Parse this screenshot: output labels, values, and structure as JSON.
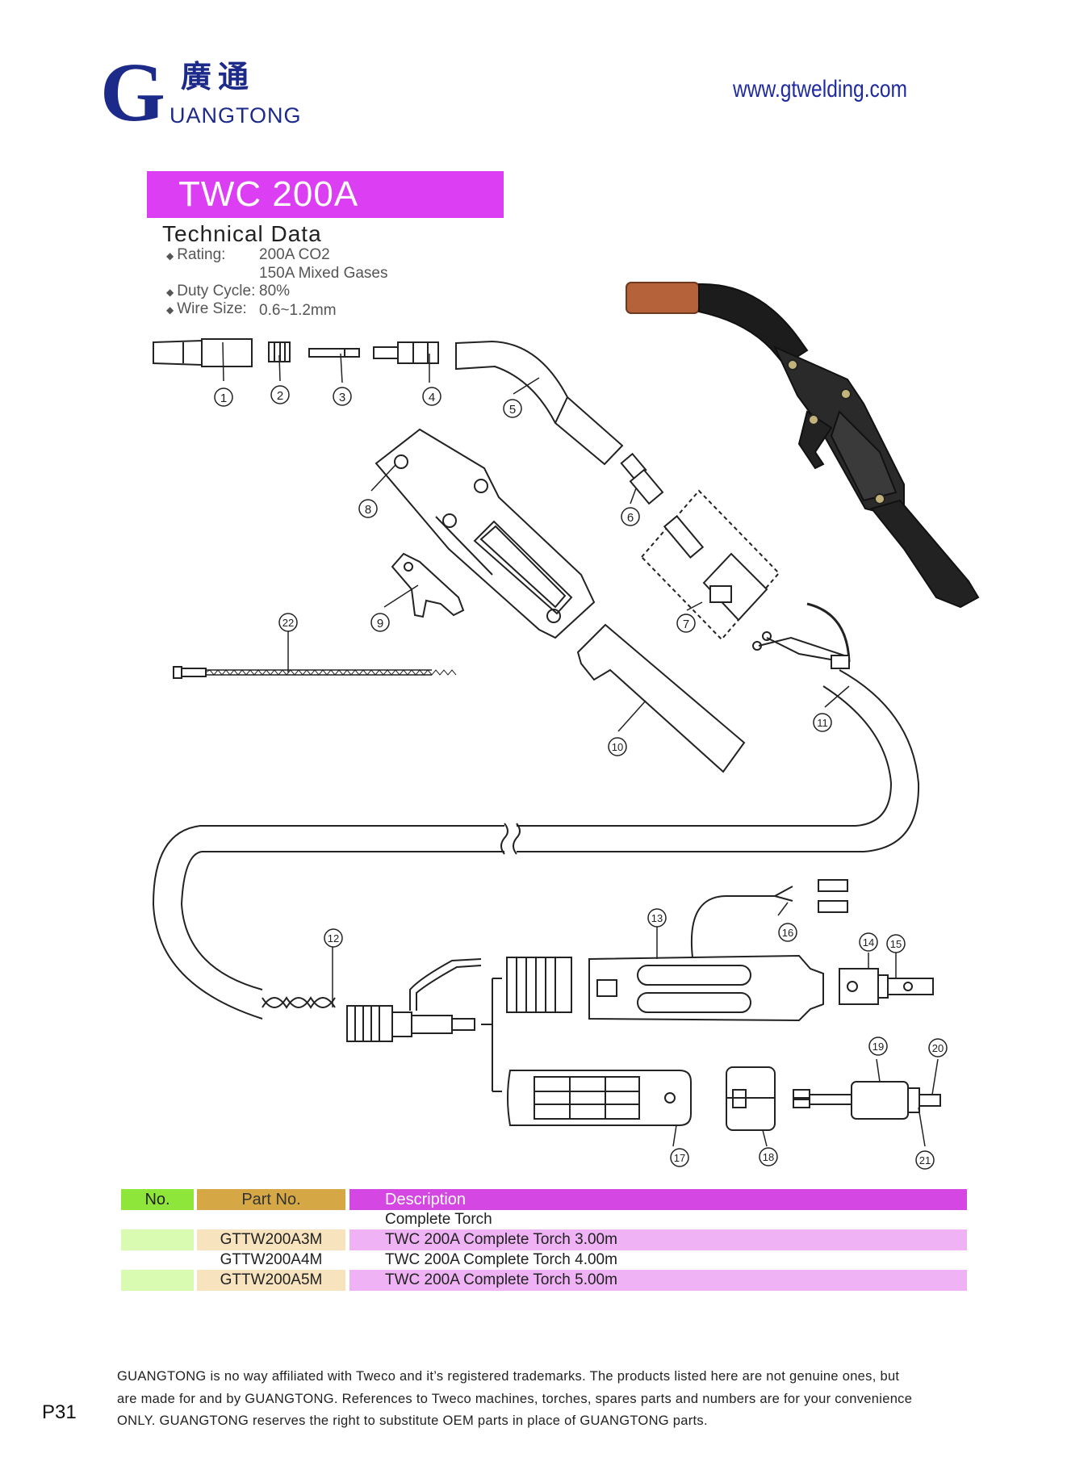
{
  "brand": {
    "logo_letter": "G",
    "chinese_name": "廣通",
    "english_name": "UANGTONG",
    "website": "www.gtwelding.com",
    "brand_color": "#1c2a8a"
  },
  "model": {
    "title": "TWC 200A",
    "band_color": "#dc3ef4"
  },
  "technical_data": {
    "heading": "Technical Data",
    "rating_label": "Rating:",
    "rating_values": [
      "200A CO2",
      "150A Mixed Gases"
    ],
    "duty_label": "Duty Cycle:",
    "duty_value": "80%",
    "wire_label": "Wire Size:",
    "wire_value": "0.6~1.2mm"
  },
  "diagram": {
    "callouts": [
      "1",
      "2",
      "3",
      "4",
      "5",
      "6",
      "7",
      "8",
      "9",
      "10",
      "11",
      "12",
      "13",
      "14",
      "15",
      "16",
      "17",
      "18",
      "19",
      "20",
      "21",
      "22"
    ]
  },
  "table": {
    "headers": {
      "no": "No.",
      "part": "Part No.",
      "desc": "Description"
    },
    "rows": [
      {
        "no": "",
        "part": "",
        "desc": "Complete Torch"
      },
      {
        "no": "",
        "part": "GTTW200A3M",
        "desc": "TWC 200A Complete Torch 3.00m"
      },
      {
        "no": "",
        "part": "GTTW200A4M",
        "desc": "TWC 200A Complete Torch 4.00m"
      },
      {
        "no": "",
        "part": "GTTW200A5M",
        "desc": "TWC 200A Complete Torch 5.00m"
      }
    ]
  },
  "disclaimer": {
    "line1": "GUANGTONG is no way affiliated with Tweco and it’s registered trademarks. The products listed here are not genuine ones, but",
    "line2": "are made for and by GUANGTONG. References to Tweco machines, torches, spares parts and numbers are for your convenience",
    "line3": "ONLY. GUANGTONG reserves the right to substitute OEM parts in place of GUANGTONG parts."
  },
  "page_number": "P31"
}
